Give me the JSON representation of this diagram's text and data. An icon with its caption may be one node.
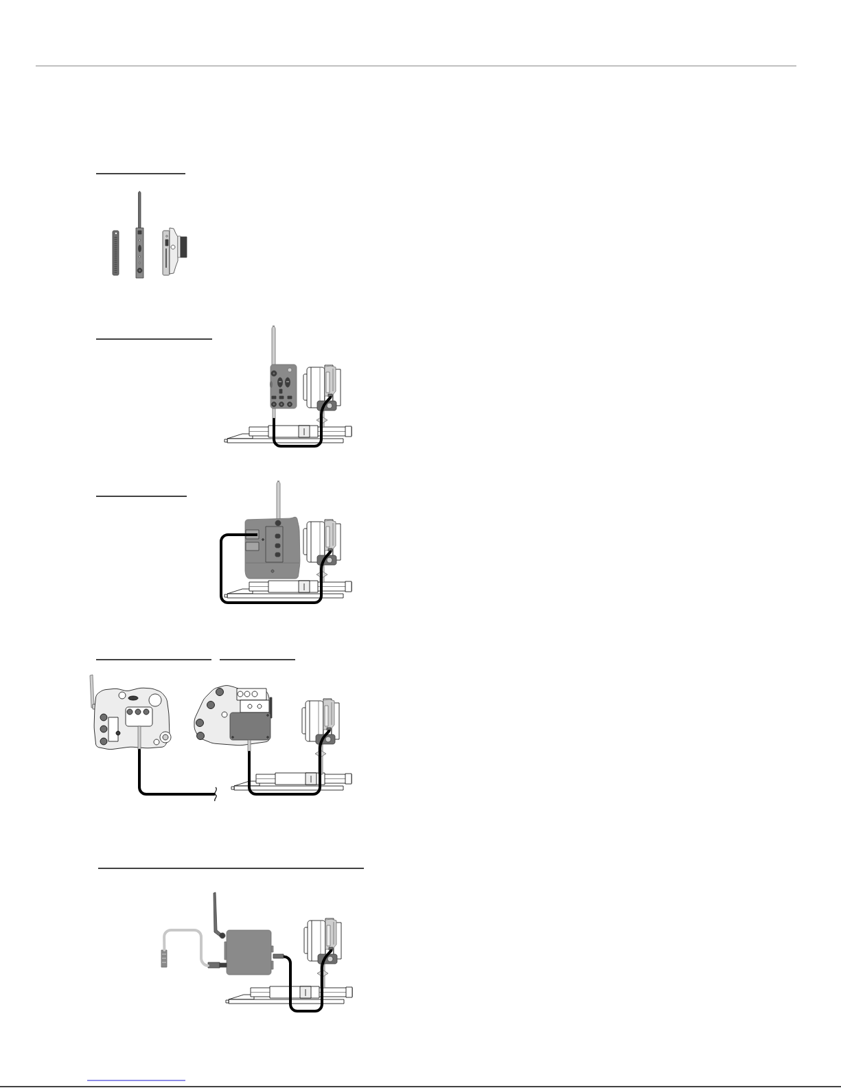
{
  "diagram": {
    "nodes": [
      {
        "text": [],
        "shape": "picture"
      },
      {
        "text": [],
        "shape": "picture"
      },
      {
        "text": [],
        "shape": "picture"
      },
      {
        "text": [],
        "shape": "picture"
      },
      {
        "text": [],
        "shape": "picture"
      },
      {
        "text": [],
        "shape": "picture"
      },
      {
        "text": [],
        "shape": "picture"
      },
      {
        "text": [],
        "shape": "picture"
      },
      {
        "text": [],
        "shape": "picture"
      },
      {
        "text": [],
        "shape": "picture"
      },
      {
        "text": [],
        "shape": "picture"
      },
      {
        "text": [],
        "shape": "picture"
      },
      {
        "text": [],
        "shape": "picture"
      }
    ],
    "edges": [
      {
        "from": 3,
        "to": 4,
        "arrow": "none"
      },
      {
        "from": 5,
        "to": 6,
        "arrow": "none"
      },
      {
        "from": 7,
        "to": null,
        "arrow": "none"
      },
      {
        "from": 8,
        "to": 9,
        "arrow": "none"
      },
      {
        "from": 10,
        "to": 11,
        "arrow": "none",
        "color": "#c8c8c8"
      },
      {
        "from": 11,
        "to": 12,
        "arrow": "none"
      }
    ]
  }
}
